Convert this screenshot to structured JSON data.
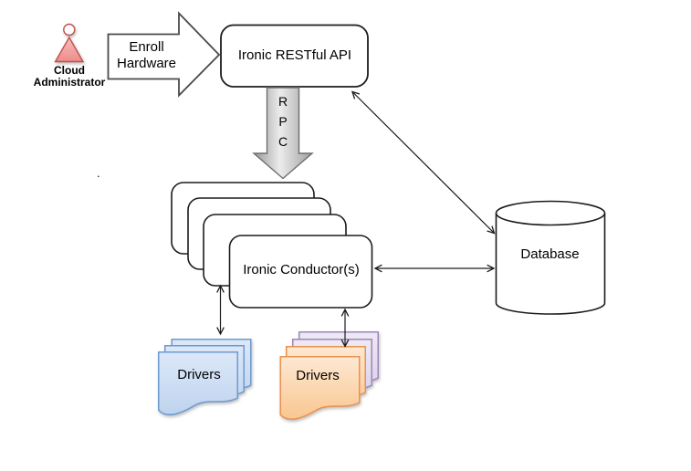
{
  "diagram": {
    "actor": {
      "label_line1": "Cloud",
      "label_line2": "Administrator"
    },
    "enroll_arrow": {
      "label_line1": "Enroll",
      "label_line2": "Hardware"
    },
    "rpc_arrow": {
      "letters": [
        "R",
        "P",
        "C"
      ]
    },
    "nodes": {
      "api": "Ironic RESTful API",
      "conductors": "Ironic Conductor(s)",
      "database": "Database",
      "drivers_left": "Drivers",
      "drivers_right": "Drivers"
    },
    "stray_mark": ".",
    "colors": {
      "actor_fill": "#f2a09e",
      "actor_stroke": "#c0504d",
      "box_stroke": "#1c1c1c",
      "block_arrow_stroke": "#4a4a4a",
      "rpc_arrow_fill": "#c9c9c9",
      "rpc_arrow_stroke": "#6e6e6e",
      "blue_sheet_fill": "#cfdff4",
      "blue_sheet_stroke": "#6d9ad0",
      "orange_sheet_fill": "#fcd6ae",
      "orange_sheet_stroke": "#e8924f",
      "purple_sheet_fill": "#e6def0",
      "purple_sheet_stroke": "#9c87bb"
    }
  }
}
